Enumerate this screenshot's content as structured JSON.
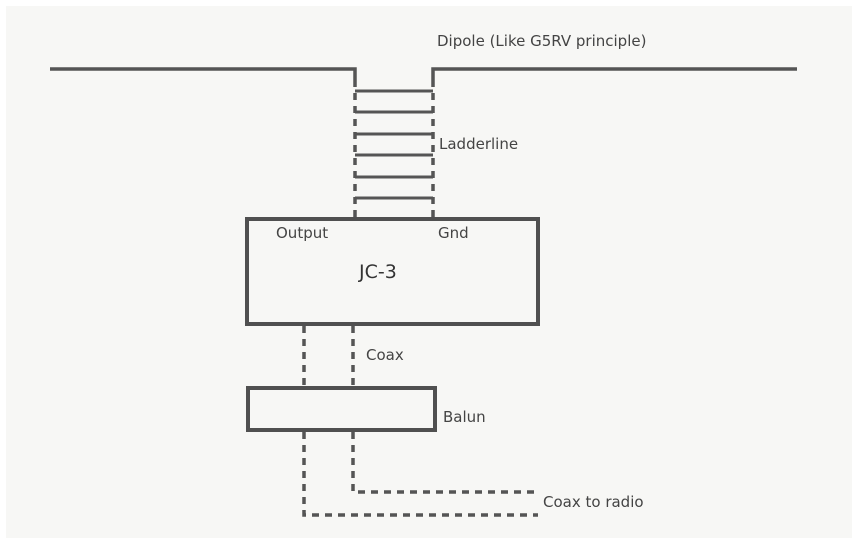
{
  "diagram": {
    "antenna_label": "Dipole  (Like G5RV principle)",
    "ladderline_label": "Ladderline",
    "tuner": {
      "name": "JC-3",
      "output_label": "Output",
      "gnd_label": "Gnd"
    },
    "coax_label": "Coax",
    "balun_label": "Balun",
    "coax_to_radio_label": "Coax to radio"
  },
  "colors": {
    "line": "#555555",
    "text": "#444444",
    "background": "#f7f7f5"
  }
}
